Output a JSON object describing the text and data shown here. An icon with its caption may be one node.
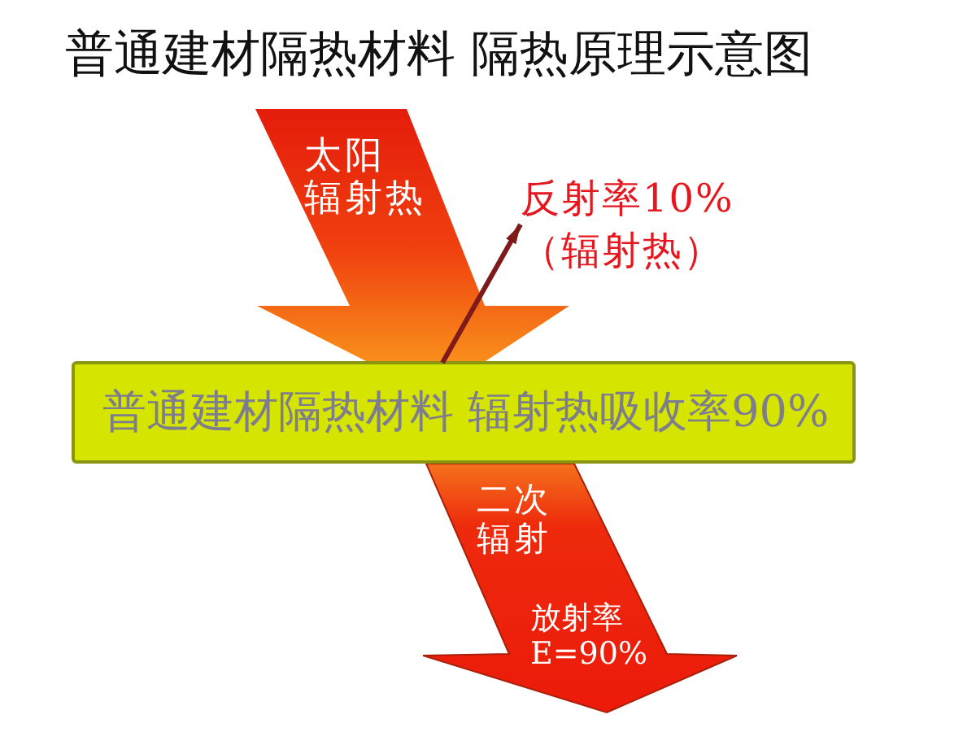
{
  "diagram": {
    "title": "普通建材隔热材料 隔热原理示意图",
    "nodes": [
      {
        "text": [
          "太阳辐射热"
        ]
      },
      {
        "text": [
          "反射率10%（辐射热）"
        ]
      },
      {
        "text": [
          "普通建材隔热材料 辐射热吸收率90%"
        ]
      },
      {
        "text": [
          "二次辐射",
          "放射率E=90%"
        ]
      }
    ],
    "edges": [
      {
        "from": 0,
        "to": 1,
        "arrow": "to"
      }
    ]
  }
}
